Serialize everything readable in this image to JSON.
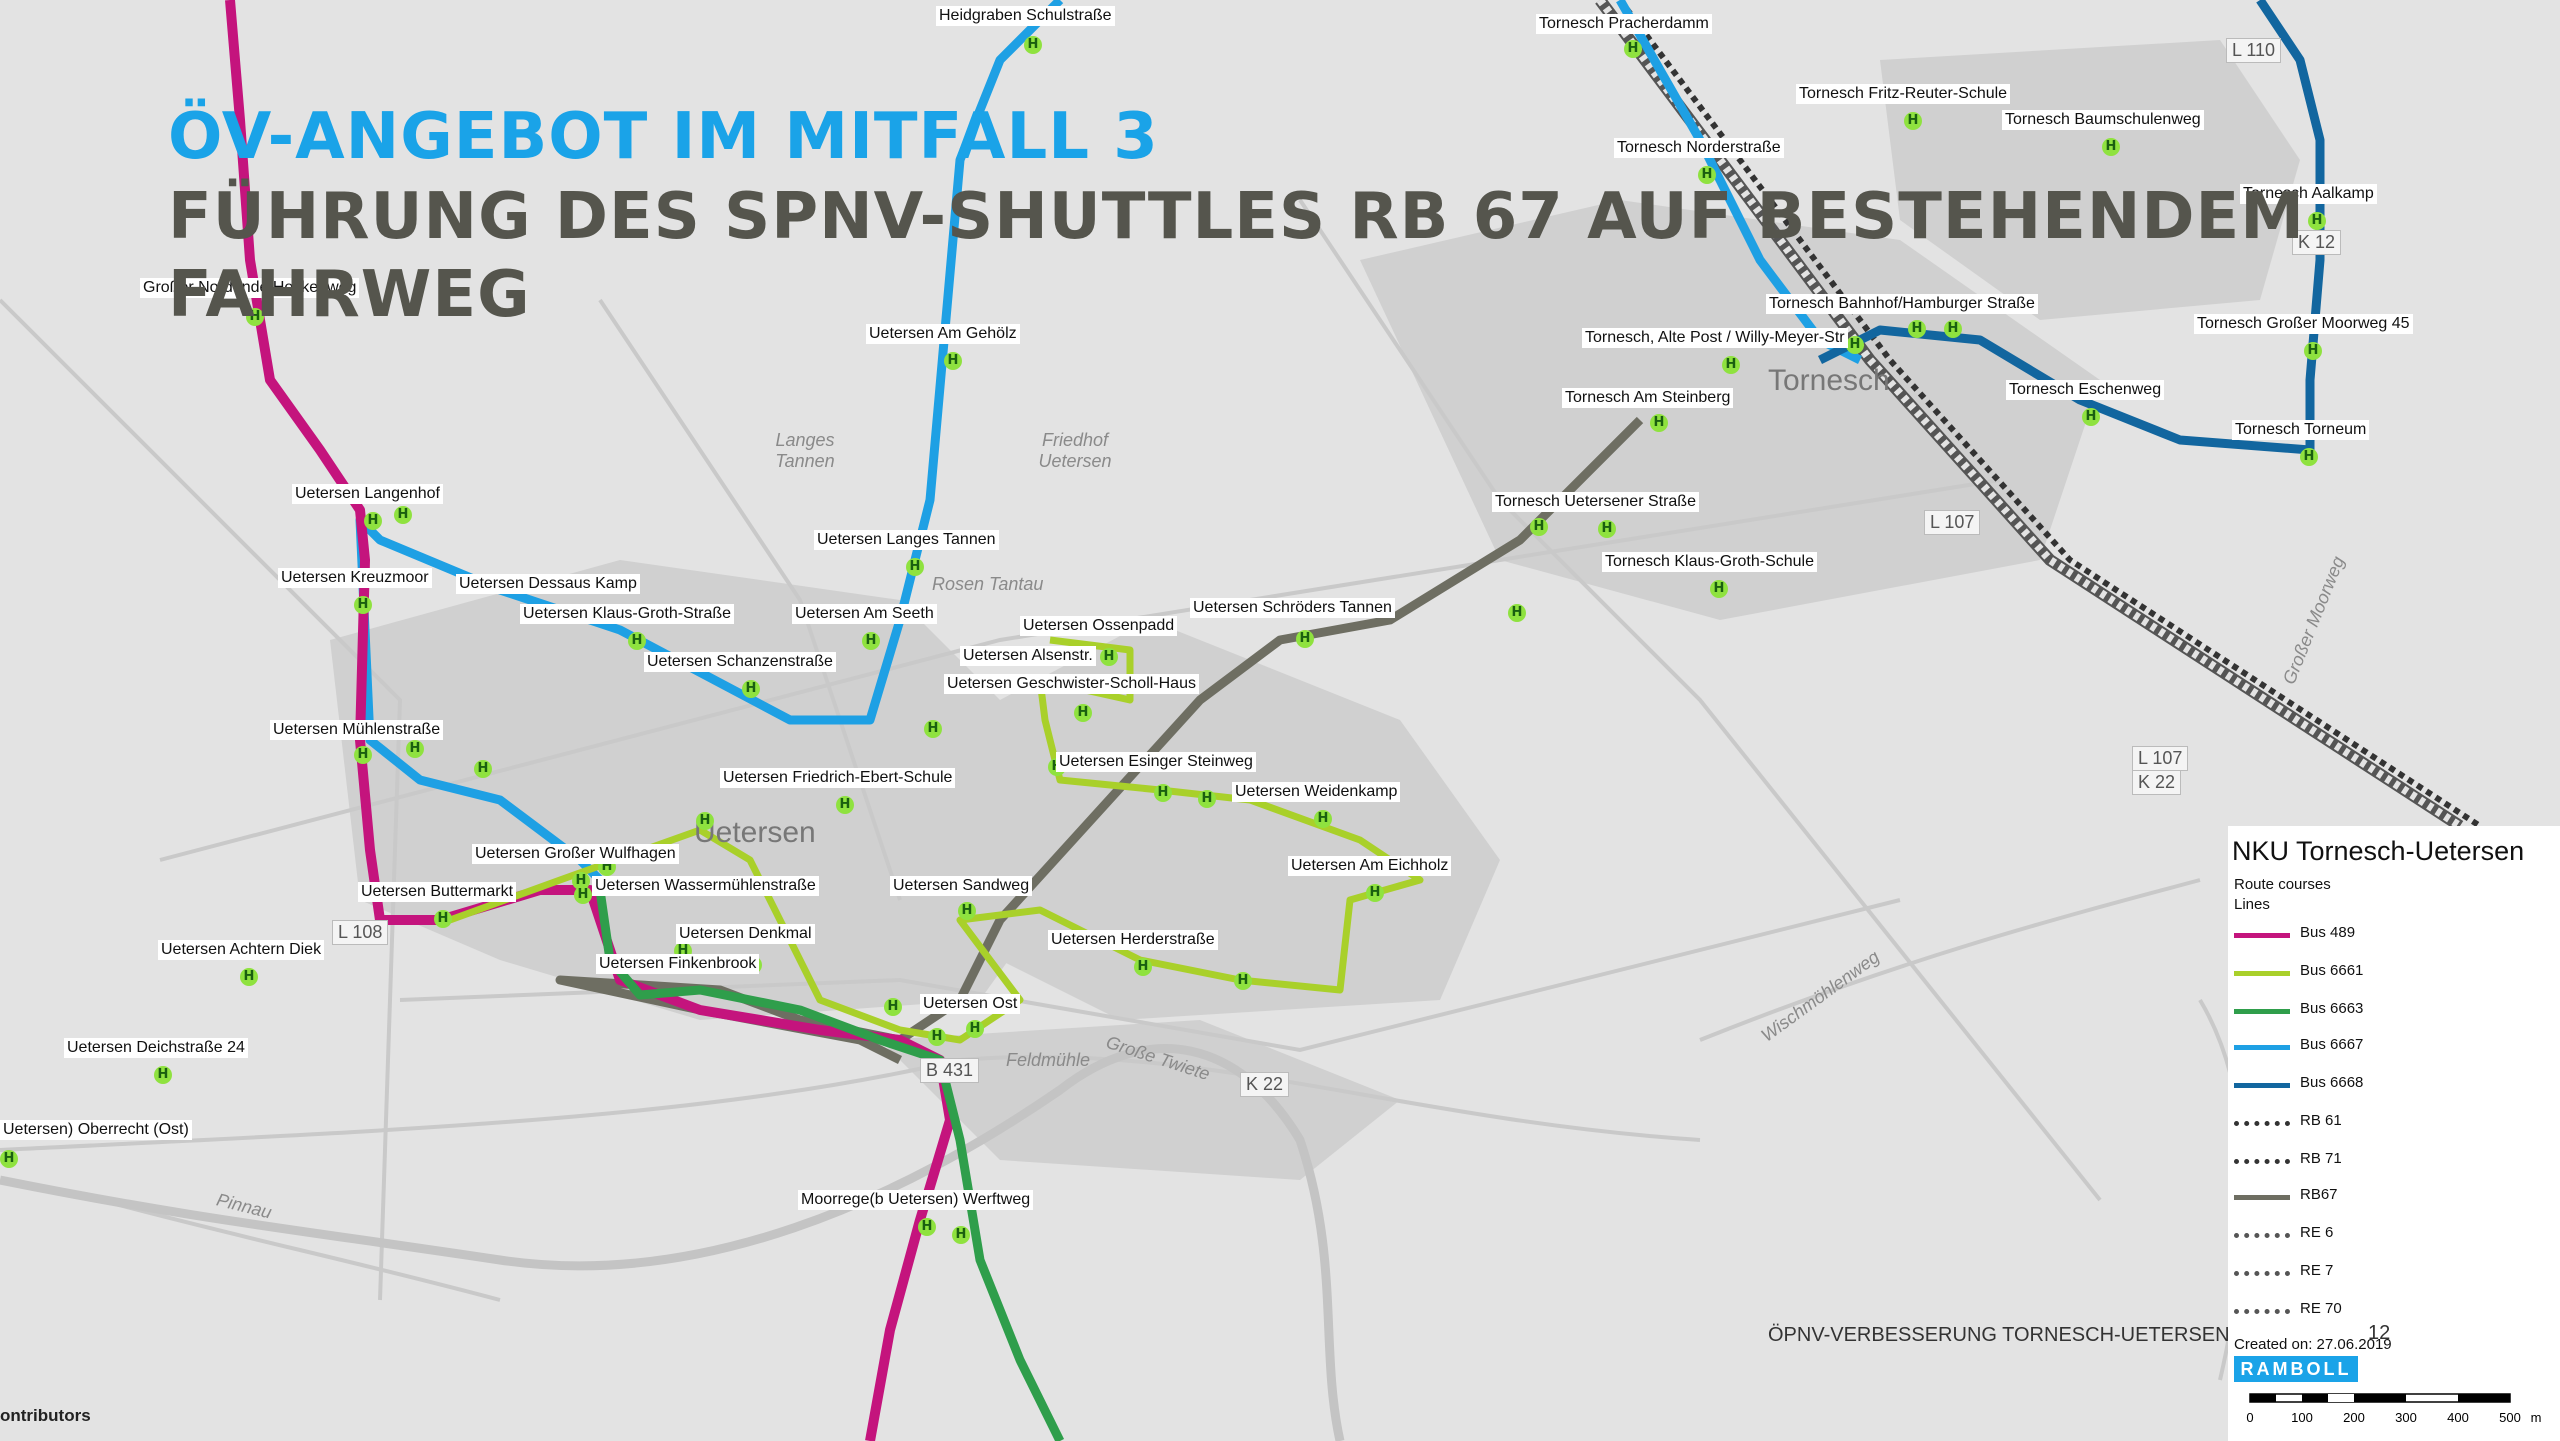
{
  "title": {
    "line1": "ÖV-ANGEBOT IM MITFALL 3",
    "line2": "FÜHRUNG DES SPNV-SHUTTLES RB 67 AUF BESTEHENDEM",
    "line3": "FAHRWEG"
  },
  "colors": {
    "bus489": "#c4147d",
    "bus6661": "#a9d02a",
    "bus6663": "#2f9e4b",
    "bus6667": "#1ea0e4",
    "bus6668": "#12669f",
    "rb67": "#6e6e62",
    "rail": "#333333",
    "stop": "#8fe23f"
  },
  "stops": [
    "Heidgraben Schulstraße",
    "Tornesch Pracherdamm",
    "Tornesch Fritz-Reuter-Schule",
    "Tornesch Baumschulenweg",
    "Tornesch Norderstraße",
    "Tornesch Aalkamp",
    "Tornesch Bahnhof/Hamburger Straße",
    "Tornesch Großer Moorweg 45",
    "Tornesch, Alte Post / Willy-Meyer-Str",
    "Tornesch Eschenweg",
    "Tornesch Am Steinberg",
    "Tornesch Torneum",
    "Uetersen Am Gehölz",
    "Tornesch Uetersener Straße",
    "Tornesch Klaus-Groth-Schule",
    "Uetersen Langenhof",
    "Uetersen Langes Tannen",
    "Uetersen Kreuzmoor",
    "Uetersen Dessaus Kamp",
    "Uetersen Klaus-Groth-Straße",
    "Uetersen Am Seeth",
    "Uetersen Ossenpadd",
    "Uetersen Schröders Tannen",
    "Uetersen Schanzenstraße",
    "Uetersen Alsenstr.",
    "Uetersen Geschwister-Scholl-Haus",
    "Uetersen Mühlenstraße",
    "Uetersen Esinger Steinweg",
    "Uetersen Friedrich-Ebert-Schule",
    "Uetersen Weidenkamp",
    "Uetersen Großer Wulfhagen",
    "Uetersen Am Eichholz",
    "Uetersen Buttermarkt",
    "Uetersen Wassermühlenstraße",
    "Uetersen Sandweg",
    "Uetersen Denkmal",
    "Uetersen Herderstraße",
    "Uetersen Achtern Diek",
    "Uetersen Finkenbrook",
    "Uetersen Ost",
    "Uetersen Deichstraße 24",
    "Uetersen) Oberrecht (Ost)",
    "Moorrege(b Uetersen) Werftweg",
    "Großer Nordende Heckenweg"
  ],
  "map_labels": {
    "town_uetersen": "Uetersen",
    "town_tornesch": "Tornesch",
    "langes_tannen": "Langes Tannen",
    "friedhof": "Friedhof Uetersen",
    "rosen_tantau": "Rosen Tantau",
    "feldmuhle": "Feldmühle",
    "grosse_twiete": "Große Twiete",
    "wischmoehlenweg": "Wischmöhlenweg",
    "pinnau": "Pinnau",
    "grosser_moorweg": "Großer Moorweg",
    "l108": "L 108",
    "l107a": "L 107",
    "l107b": "L 107",
    "k22a": "K 22",
    "k22b": "K 22",
    "k12": "K 12",
    "l110": "L 110",
    "b431": "B 431"
  },
  "legend": {
    "title": "NKU Tornesch-Uetersen",
    "subtitle1": "Route courses",
    "subtitle2": "Lines",
    "items": [
      {
        "label": "Bus 489"
      },
      {
        "label": "Bus 6661"
      },
      {
        "label": "Bus 6663"
      },
      {
        "label": "Bus 6667"
      },
      {
        "label": "Bus 6668"
      },
      {
        "label": "RB 61"
      },
      {
        "label": "RB 71"
      },
      {
        "label": "RB67"
      },
      {
        "label": "RE 6"
      },
      {
        "label": "RE 7"
      },
      {
        "label": "RE 70"
      }
    ],
    "created": "Created on: 27.06.2019",
    "logo": "RAMBOLL",
    "scale_ticks": [
      "0",
      "100",
      "200",
      "300",
      "400",
      "500",
      "m"
    ]
  },
  "footer": {
    "text": "ÖPNV-VERBESSERUNG TORNESCH-UETERSEN",
    "page": "12"
  },
  "attribution": "ontributors"
}
